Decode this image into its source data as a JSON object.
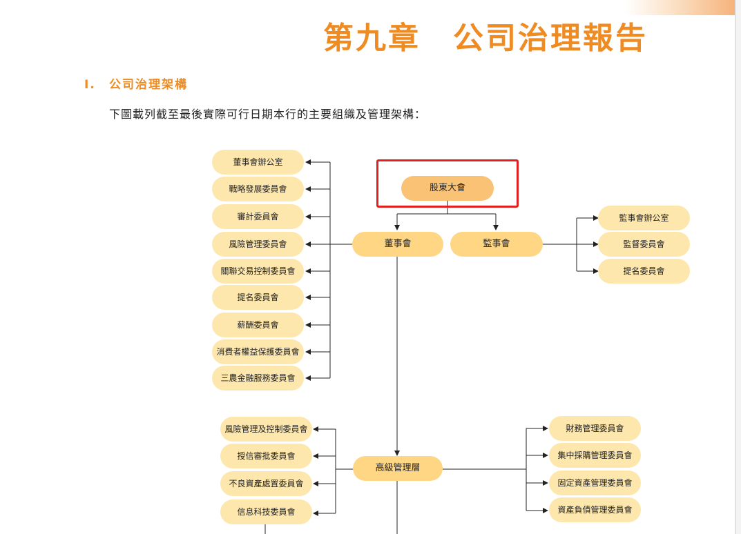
{
  "chapter_title": "第九章　公司治理報告",
  "section": {
    "number": "I.",
    "title": "公司治理架構"
  },
  "intro": "下圖載列截至最後實際可行日期本行的主要組織及管理架構：",
  "org": {
    "shareholders": "股東大會",
    "board": "董事會",
    "supervisors": "監事會",
    "senior_management": "高級管理層",
    "board_committees": [
      "董事會辦公室",
      "戰略發展委員會",
      "審計委員會",
      "風險管理委員會",
      "關聯交易控制委員會",
      "提名委員會",
      "薪酬委員會",
      "消費者權益保護委員會",
      "三農金融服務委員會"
    ],
    "supervisor_committees": [
      "監事會辦公室",
      "監督委員會",
      "提名委員會"
    ],
    "mgmt_left": [
      "風險管理及控制委員會",
      "授信審批委員會",
      "不良資產處置委員會",
      "信息科技委員會"
    ],
    "mgmt_right": [
      "財務管理委員會",
      "集中採購管理委員會",
      "固定資產管理委員會",
      "資產負債管理委員會"
    ]
  },
  "colors": {
    "accent": "#ee8b22",
    "node": "#fde7ad",
    "node_main": "#fed684",
    "node_top": "#f9c274",
    "highlight": "#e21f1f"
  }
}
